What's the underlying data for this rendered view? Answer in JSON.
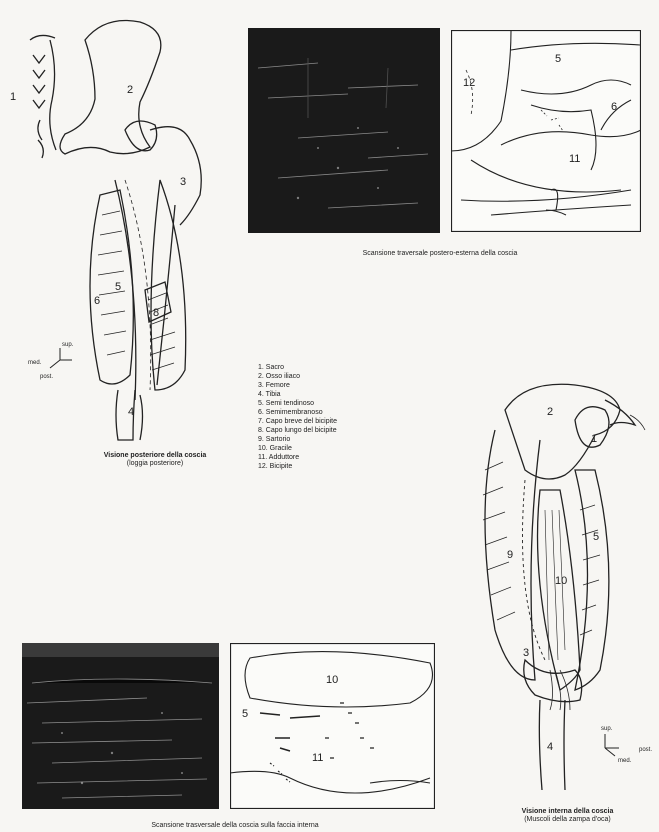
{
  "figures": {
    "posterior_thigh": {
      "numbers": [
        "1",
        "2",
        "3",
        "4",
        "5",
        "6",
        "8"
      ],
      "axes": {
        "up": "sup.",
        "left": "med.",
        "down": "post."
      },
      "caption_title": "Visione posteriore della coscia",
      "caption_sub": "(loggia posteriore)"
    },
    "scan_top": {
      "numbers": [
        "12",
        "5",
        "6",
        "11"
      ],
      "caption": "Scansione traversale postero-esterna della coscia"
    },
    "legend": {
      "items": [
        "1. Sacro",
        "2. Osso iliaco",
        "3. Femore",
        "4. Tibia",
        "5. Semi tendinoso",
        "6. Semimembranoso",
        "7. Capo breve del bicipite",
        "8. Capo lungo del bicipite",
        "9. Sartorio",
        "10. Gracile",
        "11. Adduttore",
        "12. Bicipite"
      ]
    },
    "internal_thigh": {
      "numbers": [
        "2",
        "1",
        "9",
        "10",
        "5",
        "3",
        "4"
      ],
      "axes": {
        "up": "sup.",
        "right": "post.",
        "down": "med."
      },
      "caption_title": "Visione interna della coscia",
      "caption_sub": "(Muscoli della zampa d'oca)"
    },
    "scan_bottom": {
      "numbers": [
        "10",
        "5",
        "11"
      ],
      "caption": "Scansione trasversale della coscia sulla faccia interna"
    }
  },
  "colors": {
    "ink": "#222222",
    "paper": "#f7f6f3",
    "ultrasound": "#1a1a1a"
  }
}
